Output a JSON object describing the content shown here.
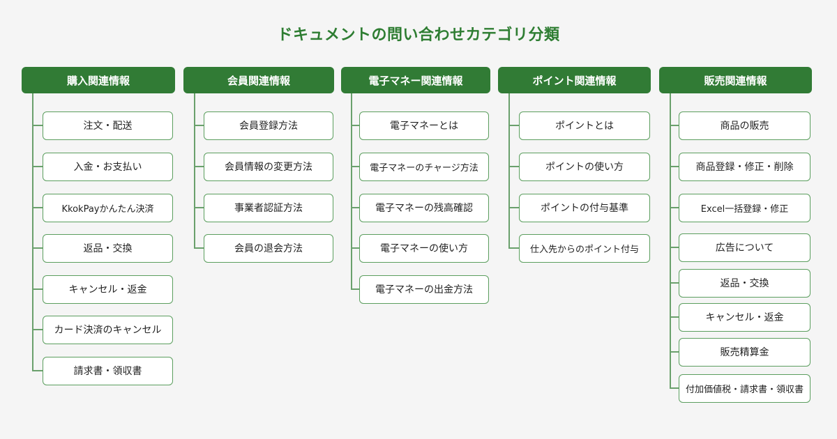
{
  "title": "ドキュメントの問い合わせカテゴリ分類",
  "categories": [
    {
      "header": "購入関連情報",
      "items": [
        "注文・配送",
        "入金・お支払い",
        "KkokPayかんたん決済",
        "返品・交換",
        "キャンセル・返金",
        "カード決済のキャンセル",
        "請求書・領収書"
      ]
    },
    {
      "header": "会員関連情報",
      "items": [
        "会員登録方法",
        "会員情報の変更方法",
        "事業者認証方法",
        "会員の退会方法"
      ]
    },
    {
      "header": "電子マネー関連情報",
      "items": [
        "電子マネーとは",
        "電子マネーのチャージ方法",
        "電子マネーの残高確認",
        "電子マネーの使い方",
        "電子マネーの出金方法"
      ]
    },
    {
      "header": "ポイント関連情報",
      "items": [
        "ポイントとは",
        "ポイントの使い方",
        "ポイントの付与基準",
        "仕入先からのポイント付与"
      ]
    },
    {
      "header": "販売関連情報",
      "items": [
        "商品の販売",
        "商品登録・修正・削除",
        "Excel一括登録・修正",
        "広告について",
        "返品・交換",
        "キャンセル・返金",
        "販売精算金",
        "付加価値税・請求書・領収書"
      ]
    }
  ]
}
